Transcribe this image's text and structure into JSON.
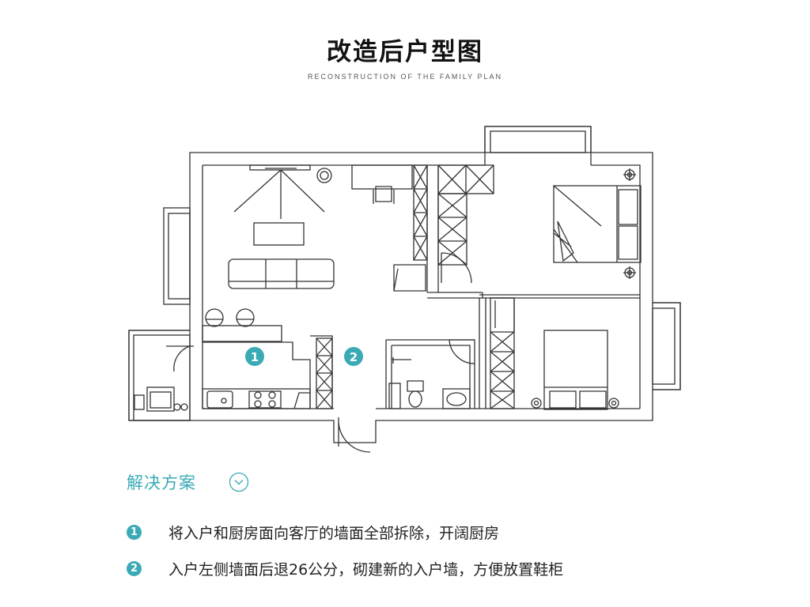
{
  "title": "改造后户型图",
  "subtitle": "RECONSTRUCTION OF THE FAMILY PLAN",
  "plan_markers": [
    {
      "label": "1"
    },
    {
      "label": "2"
    }
  ],
  "solution": {
    "heading": "解决方案",
    "icon": "chevron-down-circle-icon",
    "items": [
      {
        "num": "1",
        "text": "将入户和厨房面向客厅的墙面全部拆除，开阔厨房"
      },
      {
        "num": "2",
        "text": "入户左侧墙面后退26公分，砌建新的入户墙，方便放置鞋柜"
      }
    ]
  },
  "colors": {
    "accent": "#3aaab5",
    "line": "#333333",
    "background": "#ffffff"
  }
}
